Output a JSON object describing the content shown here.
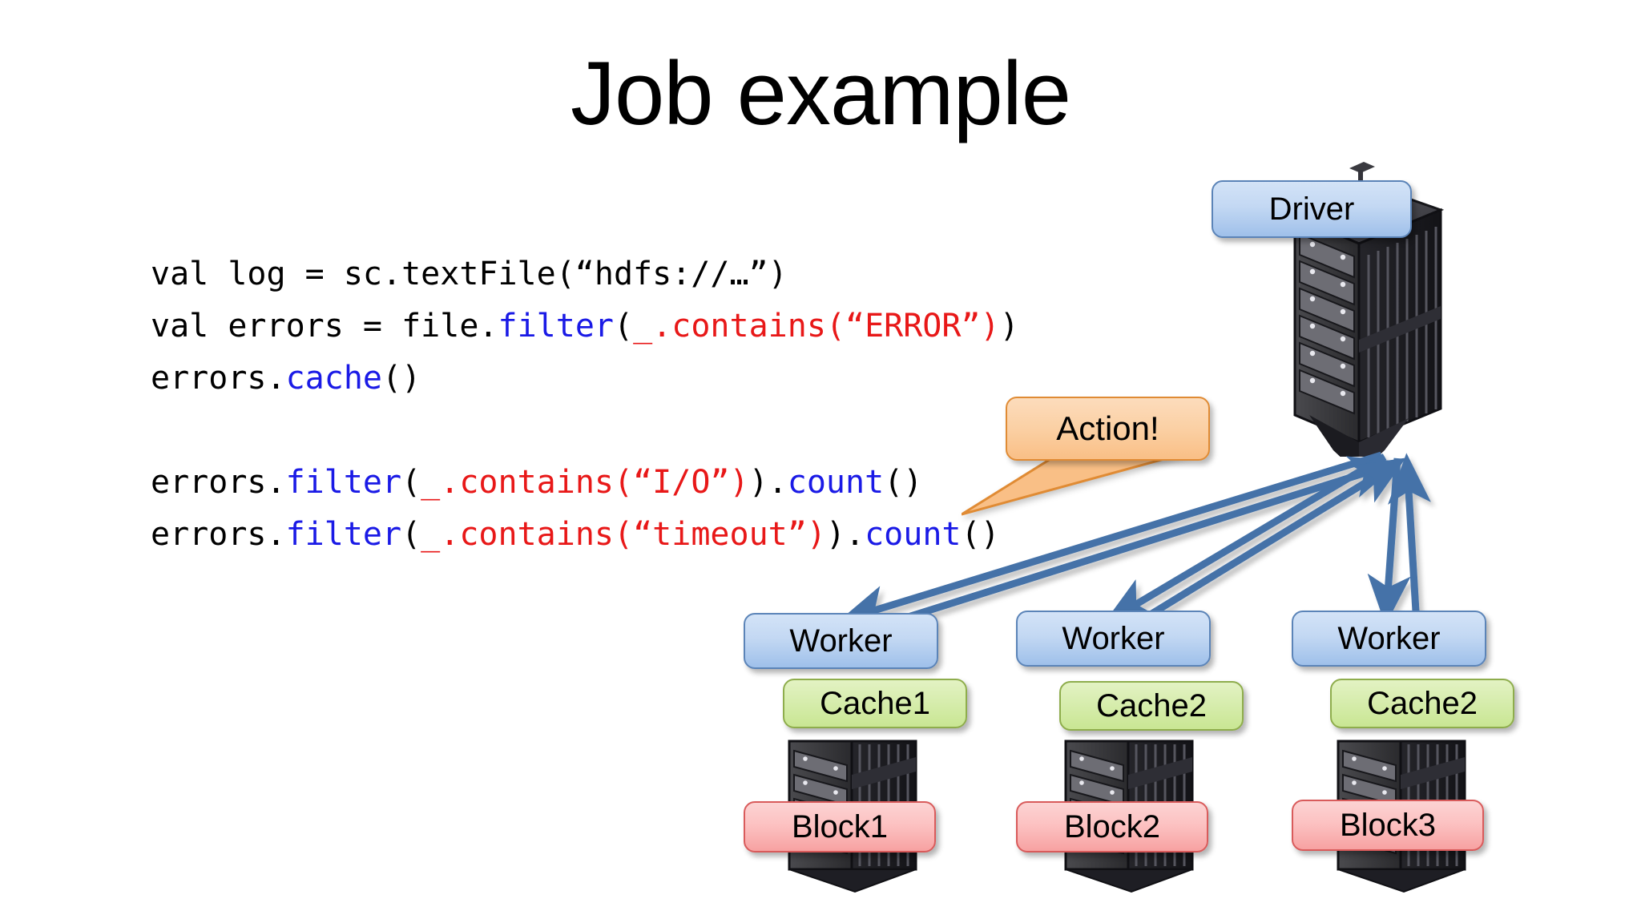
{
  "slide": {
    "title": "Job example",
    "background_color": "#ffffff"
  },
  "code": {
    "font": "monospace",
    "lines": [
      {
        "id": "line-1",
        "tokens": [
          {
            "text": "val log = sc.textFile(“hdfs://…”)",
            "color": "#000000"
          }
        ]
      },
      {
        "id": "line-2",
        "tokens": [
          {
            "text": "val errors = file.",
            "color": "#000000"
          },
          {
            "text": "filter",
            "color": "#1a1ae6"
          },
          {
            "text": "(",
            "color": "#000000"
          },
          {
            "text": "_.contains(“ERROR”)",
            "color": "#e81818"
          },
          {
            "text": ")",
            "color": "#000000"
          }
        ]
      },
      {
        "id": "line-3",
        "tokens": [
          {
            "text": "errors.",
            "color": "#000000"
          },
          {
            "text": "cache",
            "color": "#1a1ae6"
          },
          {
            "text": "()",
            "color": "#000000"
          }
        ]
      },
      {
        "id": "line-4-blank",
        "tokens": []
      },
      {
        "id": "line-5",
        "tokens": [
          {
            "text": "errors.",
            "color": "#000000"
          },
          {
            "text": "filter",
            "color": "#1a1ae6"
          },
          {
            "text": "(",
            "color": "#000000"
          },
          {
            "text": "_.contains(“I/O”)",
            "color": "#e81818"
          },
          {
            "text": ").",
            "color": "#000000"
          },
          {
            "text": "count",
            "color": "#1a1ae6"
          },
          {
            "text": "()",
            "color": "#000000"
          }
        ]
      },
      {
        "id": "line-6",
        "tokens": [
          {
            "text": "errors.",
            "color": "#000000"
          },
          {
            "text": "filter",
            "color": "#1a1ae6"
          },
          {
            "text": "(",
            "color": "#000000"
          },
          {
            "text": "_.contains(“timeout”)",
            "color": "#e81818"
          },
          {
            "text": ").",
            "color": "#000000"
          },
          {
            "text": "count",
            "color": "#1a1ae6"
          },
          {
            "text": "()",
            "color": "#000000"
          }
        ]
      }
    ]
  },
  "callout": {
    "label": "Action!",
    "fill": "#f9bf86",
    "border": "#e08b34"
  },
  "cluster": {
    "driver": {
      "label": "Driver",
      "fill": "#c3d8f3",
      "border": "#5b84b8",
      "icon": "server-rack-icon"
    },
    "workers": [
      {
        "worker_label": "Worker",
        "cache_label": "Cache1",
        "block_label": "Block1",
        "icon": "server-rack-icon"
      },
      {
        "worker_label": "Worker",
        "cache_label": "Cache2",
        "block_label": "Block2",
        "icon": "server-rack-icon"
      },
      {
        "worker_label": "Worker",
        "cache_label": "Cache2",
        "block_label": "Block3",
        "icon": "server-rack-icon"
      }
    ],
    "colors": {
      "worker_fill": "#c3d8f3",
      "worker_border": "#5b84b8",
      "cache_fill": "#d7edae",
      "cache_border": "#8ead4c",
      "block_fill": "#fcc2c2",
      "block_border": "#d95b5b",
      "arrow": "#4472a8"
    }
  }
}
